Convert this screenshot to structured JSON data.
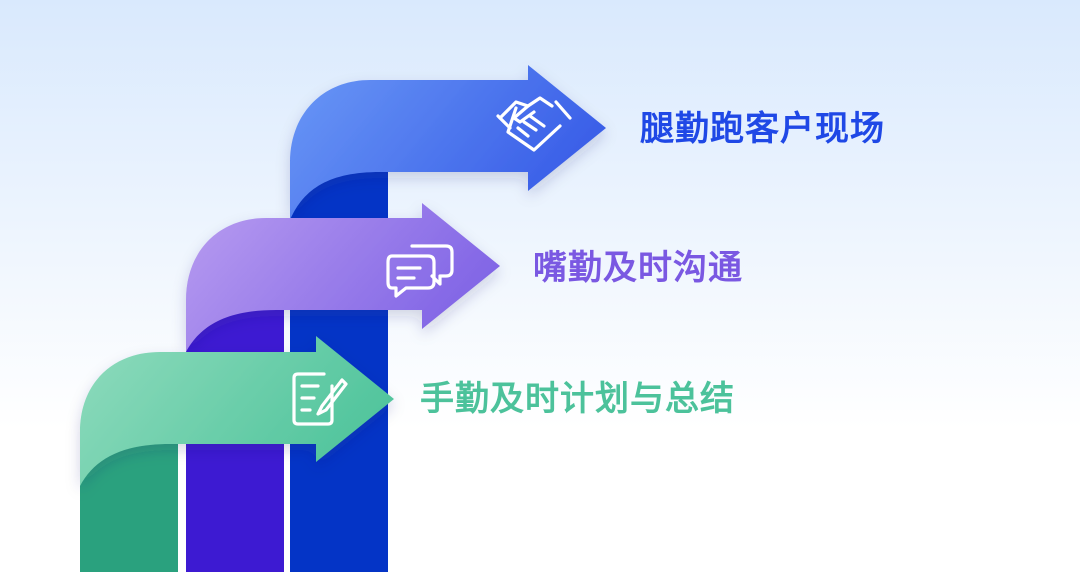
{
  "colors": {
    "background_top": "#d9e9fd",
    "background_bottom": "#ffffff",
    "blue_light": "#6a98f6",
    "blue_mid": "#3a5fe8",
    "blue_dark": "#0434c6",
    "purple_light": "#b89cf0",
    "purple_mid": "#8266e6",
    "purple_dark": "#3d1ad2",
    "green_light": "#8fdbbd",
    "green_mid": "#52c59d",
    "green_dark": "#2aa17e",
    "label_blue": "#1f48e6",
    "label_purple": "#7a58e2",
    "label_green": "#4cc29b"
  },
  "steps": [
    {
      "id": "top",
      "label": "腿勤跑客户现场",
      "icon": "handshake-icon"
    },
    {
      "id": "mid",
      "label": "嘴勤及时沟通",
      "icon": "chat-bubbles-icon"
    },
    {
      "id": "bottom",
      "label": "手勤及时计划与总结",
      "icon": "notepad-pen-icon"
    }
  ]
}
